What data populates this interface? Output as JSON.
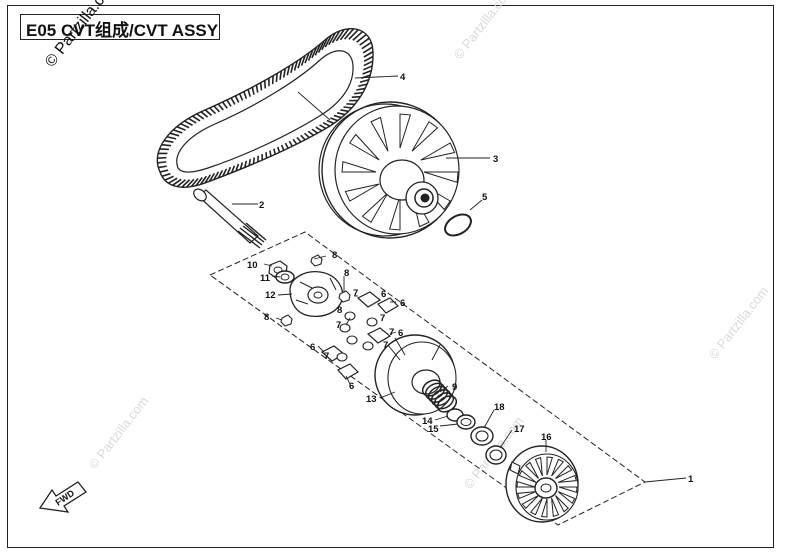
{
  "title": "E05 CVT组成/CVT ASSY",
  "watermarks": {
    "main": "© Partzilla.com",
    "faint": [
      "© Partzilla.com",
      "© Partzilla.com",
      "© Partzilla.com",
      "© Partzilla.com"
    ]
  },
  "fwd_label": "FWD",
  "callouts": [
    {
      "id": "c1",
      "label": "1"
    },
    {
      "id": "c2",
      "label": "2"
    },
    {
      "id": "c3",
      "label": "3"
    },
    {
      "id": "c4",
      "label": "4"
    },
    {
      "id": "c5",
      "label": "5"
    },
    {
      "id": "c6a",
      "label": "6"
    },
    {
      "id": "c6b",
      "label": "6"
    },
    {
      "id": "c6c",
      "label": "6"
    },
    {
      "id": "c6d",
      "label": "6"
    },
    {
      "id": "c6e",
      "label": "6"
    },
    {
      "id": "c7a",
      "label": "7"
    },
    {
      "id": "c7b",
      "label": "7"
    },
    {
      "id": "c7c",
      "label": "7"
    },
    {
      "id": "c7d",
      "label": "7"
    },
    {
      "id": "c7e",
      "label": "7"
    },
    {
      "id": "c7f",
      "label": "7"
    },
    {
      "id": "c8a",
      "label": "8"
    },
    {
      "id": "c8b",
      "label": "8"
    },
    {
      "id": "c8c",
      "label": "8"
    },
    {
      "id": "c8d",
      "label": "8"
    },
    {
      "id": "c9",
      "label": "9"
    },
    {
      "id": "c10",
      "label": "10"
    },
    {
      "id": "c11",
      "label": "11"
    },
    {
      "id": "c12",
      "label": "12"
    },
    {
      "id": "c13",
      "label": "13"
    },
    {
      "id": "c14",
      "label": "14"
    },
    {
      "id": "c15",
      "label": "15"
    },
    {
      "id": "c16",
      "label": "16"
    },
    {
      "id": "c17",
      "label": "17"
    },
    {
      "id": "c18",
      "label": "18"
    }
  ],
  "colors": {
    "line": "#222222",
    "watermark": "#d6d6d6"
  }
}
